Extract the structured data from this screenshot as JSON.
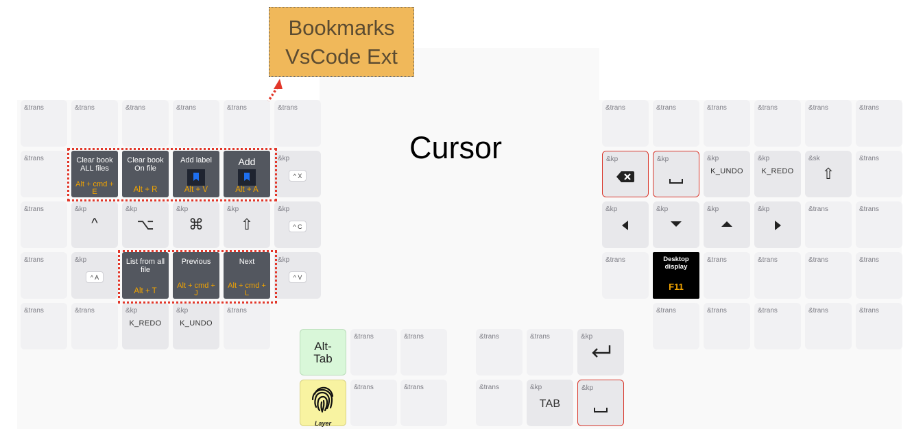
{
  "title": "Cursor",
  "annotation": {
    "lines": [
      "Bookmarks",
      "VsCode Ext"
    ]
  },
  "colors": {
    "arrow": "#e2372a",
    "shortcut": "#f2a400",
    "dark_key": "#53575f"
  },
  "keys": [
    {
      "id": "L0-0",
      "legend": "&trans"
    },
    {
      "id": "L0-1",
      "legend": "&trans"
    },
    {
      "id": "L0-2",
      "legend": "&trans"
    },
    {
      "id": "L0-3",
      "legend": "&trans"
    },
    {
      "id": "L0-4",
      "legend": "&trans"
    },
    {
      "id": "L0-5",
      "legend": "&trans"
    },
    {
      "id": "L1-0",
      "legend": "&trans"
    },
    {
      "id": "L1-1",
      "style": "dark",
      "title": "Clear book ALL files",
      "shortcut": "Alt + cmd + E"
    },
    {
      "id": "L1-2",
      "style": "dark",
      "title": "Clear book On file",
      "shortcut": "Alt + R"
    },
    {
      "id": "L1-3",
      "style": "dark",
      "title": "Add label",
      "shortcut": "Alt + V",
      "icon": "bookmark-icon"
    },
    {
      "id": "L1-4",
      "style": "dark",
      "title": "Add",
      "shortcut": "Alt + A",
      "icon": "bookmark-icon"
    },
    {
      "id": "L1-5",
      "legend": "&kp",
      "chip": "^ X"
    },
    {
      "id": "L2-0",
      "legend": "&trans"
    },
    {
      "id": "L2-1",
      "legend": "&kp",
      "glyph": "^",
      "icon": "control-icon"
    },
    {
      "id": "L2-2",
      "legend": "&kp",
      "glyph": "⌥",
      "icon": "option-icon"
    },
    {
      "id": "L2-3",
      "legend": "&kp",
      "glyph": "⌘",
      "icon": "command-icon"
    },
    {
      "id": "L2-4",
      "legend": "&kp",
      "glyph": "⇧",
      "icon": "shift-icon"
    },
    {
      "id": "L2-5",
      "legend": "&kp",
      "chip": "^ C"
    },
    {
      "id": "L3-0",
      "legend": "&trans"
    },
    {
      "id": "L3-1",
      "legend": "&kp",
      "chip": "^ A"
    },
    {
      "id": "L3-2",
      "style": "dark",
      "title": "List from all file",
      "shortcut": "Alt + T"
    },
    {
      "id": "L3-3",
      "style": "dark",
      "title": "Previous",
      "shortcut": "Alt + cmd + J"
    },
    {
      "id": "L3-4",
      "style": "dark",
      "title": "Next",
      "shortcut": "Alt + cmd + L"
    },
    {
      "id": "L3-5",
      "legend": "&kp",
      "chip": "^ V"
    },
    {
      "id": "L4-0",
      "legend": "&trans"
    },
    {
      "id": "L4-1",
      "legend": "&trans"
    },
    {
      "id": "L4-2",
      "legend": "&kp",
      "label": "K_REDO"
    },
    {
      "id": "L4-3",
      "legend": "&kp",
      "label": "K_UNDO"
    },
    {
      "id": "L4-4",
      "legend": "&trans"
    },
    {
      "id": "R0-0",
      "legend": "&trans"
    },
    {
      "id": "R0-1",
      "legend": "&trans"
    },
    {
      "id": "R0-2",
      "legend": "&trans"
    },
    {
      "id": "R0-3",
      "legend": "&trans"
    },
    {
      "id": "R0-4",
      "legend": "&trans"
    },
    {
      "id": "R0-5",
      "legend": "&trans"
    },
    {
      "id": "R1-0",
      "legend": "&kp",
      "icon": "backspace-icon",
      "style": "red"
    },
    {
      "id": "R1-1",
      "legend": "&kp",
      "icon": "space-icon",
      "style": "red"
    },
    {
      "id": "R1-2",
      "legend": "&kp",
      "label": "K_UNDO"
    },
    {
      "id": "R1-3",
      "legend": "&kp",
      "label": "K_REDO"
    },
    {
      "id": "R1-4",
      "legend": "&sk",
      "glyph": "⇧",
      "icon": "shift-icon"
    },
    {
      "id": "R1-5",
      "legend": "&trans"
    },
    {
      "id": "R2-0",
      "legend": "&kp",
      "icon": "arrow-left-icon"
    },
    {
      "id": "R2-1",
      "legend": "&kp",
      "icon": "arrow-down-icon"
    },
    {
      "id": "R2-2",
      "legend": "&kp",
      "icon": "arrow-up-icon"
    },
    {
      "id": "R2-3",
      "legend": "&kp",
      "icon": "arrow-right-icon"
    },
    {
      "id": "R2-4",
      "legend": "&trans"
    },
    {
      "id": "R2-5",
      "legend": "&trans"
    },
    {
      "id": "R3-0",
      "legend": "&trans"
    },
    {
      "id": "R3-1",
      "style": "black",
      "title": "Desktop display",
      "key": "F11"
    },
    {
      "id": "R3-2",
      "legend": "&trans"
    },
    {
      "id": "R3-3",
      "legend": "&trans"
    },
    {
      "id": "R3-4",
      "legend": "&trans"
    },
    {
      "id": "R3-5",
      "legend": "&trans"
    },
    {
      "id": "R4-1",
      "legend": "&trans"
    },
    {
      "id": "R4-2",
      "legend": "&trans"
    },
    {
      "id": "R4-3",
      "legend": "&trans"
    },
    {
      "id": "R4-4",
      "legend": "&trans"
    },
    {
      "id": "R4-5",
      "legend": "&trans"
    },
    {
      "id": "TL0-0",
      "style": "green",
      "label": "Alt- Tab"
    },
    {
      "id": "TL0-1",
      "legend": "&trans"
    },
    {
      "id": "TL0-2",
      "legend": "&trans"
    },
    {
      "id": "TL1-0",
      "style": "yellow",
      "label": "Layer",
      "icon": "fingerprint-icon"
    },
    {
      "id": "TL1-1",
      "legend": "&trans"
    },
    {
      "id": "TL1-2",
      "legend": "&trans"
    },
    {
      "id": "TR0-0",
      "legend": "&trans"
    },
    {
      "id": "TR0-1",
      "legend": "&trans"
    },
    {
      "id": "TR0-2",
      "legend": "&kp",
      "icon": "enter-icon"
    },
    {
      "id": "TR1-0",
      "legend": "&trans"
    },
    {
      "id": "TR1-1",
      "legend": "&kp",
      "label": "TAB"
    },
    {
      "id": "TR1-2",
      "legend": "&kp",
      "icon": "space-icon",
      "style": "red"
    }
  ]
}
